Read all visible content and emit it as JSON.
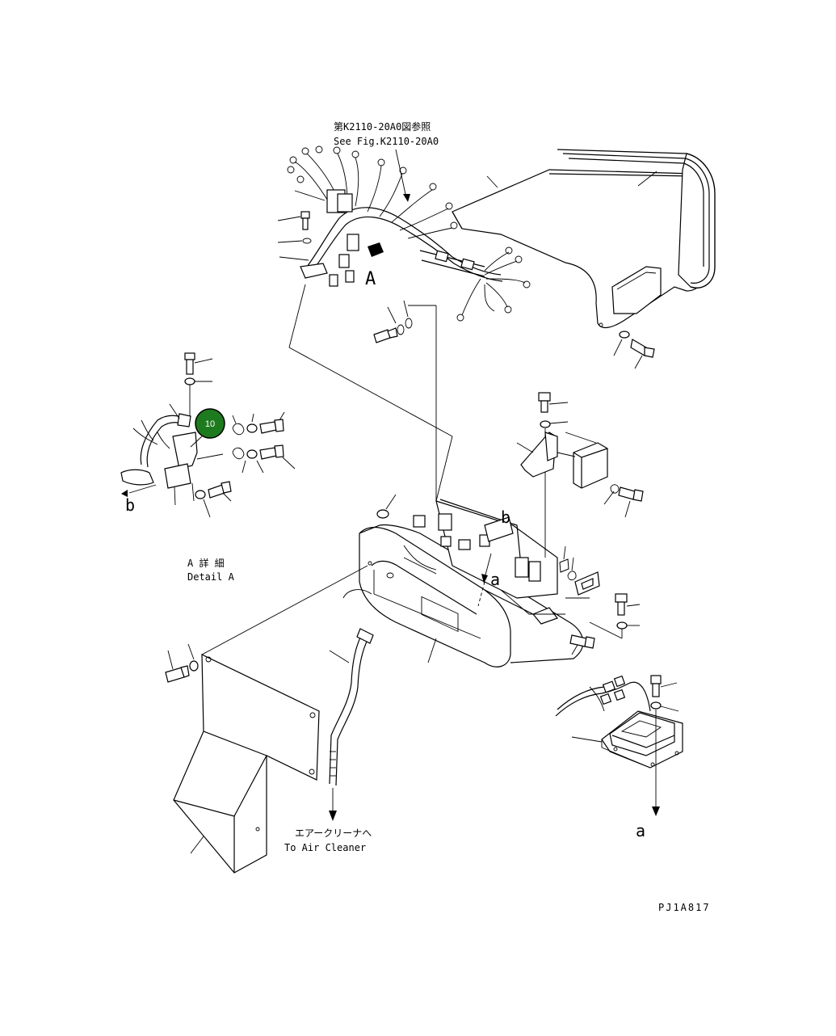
{
  "texts": {
    "ref_jp": "第K2110-20A0図参照",
    "ref_en": "See Fig.K2110-20A0",
    "label_A": "A",
    "detail_jp": "A 詳 細",
    "detail_en": "Detail A",
    "label_b_left": "b",
    "label_b_right": "b",
    "label_a_mid": "a",
    "label_a_bottom": "a",
    "air_jp": "エアークリーナへ",
    "air_en": "To Air Cleaner",
    "figure_code": "PJ1A817",
    "callout_number": "10"
  },
  "colors": {
    "line": "#000000",
    "callout_fill": "#1e7a1e",
    "callout_text": "#ffffff"
  }
}
